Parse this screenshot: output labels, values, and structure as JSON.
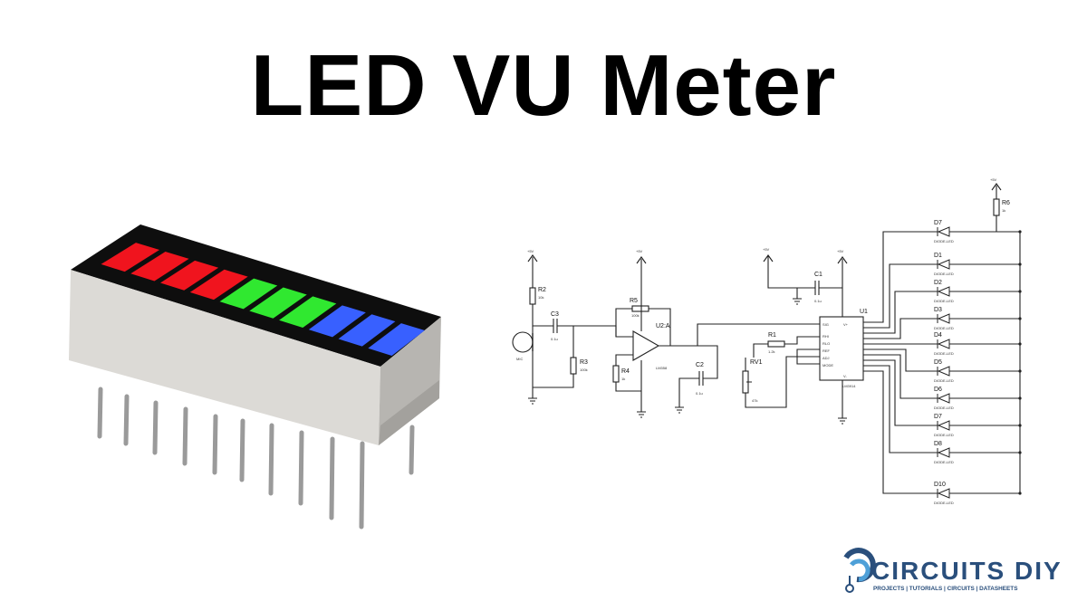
{
  "title": "LED VU Meter",
  "bargraph": {
    "segments": [
      "#f0141e",
      "#f0141e",
      "#f0141e",
      "#f0141e",
      "#30e830",
      "#30e830",
      "#30e830",
      "#3860ff",
      "#3860ff",
      "#3860ff"
    ]
  },
  "schematic": {
    "supply": "+5V",
    "labels": {
      "r2": "R2",
      "r2v": "10k",
      "c3": "C3",
      "c3v": "0.1u",
      "mic": "MIC",
      "r3": "R3",
      "r3v": "100k",
      "r5": "R5",
      "r5v": "100k",
      "u2": "U2:A",
      "u2v": "LM358",
      "r4": "R4",
      "r4v": "1k",
      "c2": "C2",
      "c2v": "0.1u",
      "c1": "C1",
      "c1v": "0.1u",
      "r1": "R1",
      "r1v": "1.2k",
      "rv1": "RV1",
      "rv1v": "47k",
      "u1": "U1",
      "u1v": "LM3914",
      "r6": "R6",
      "r6v": "1k"
    },
    "u1_pins_left": [
      "SIG",
      "RHI",
      "RLO",
      "REF",
      "ADJ",
      "MODE"
    ],
    "u1_pins_top": [
      "V+",
      "V-"
    ],
    "leds": [
      {
        "name": "D7",
        "type": "DIODE-LED"
      },
      {
        "name": "D1",
        "type": "DIODE-LED"
      },
      {
        "name": "D2",
        "type": "DIODE-LED"
      },
      {
        "name": "D3",
        "type": "DIODE-LED"
      },
      {
        "name": "D4",
        "type": "DIODE-LED"
      },
      {
        "name": "D5",
        "type": "DIODE-LED"
      },
      {
        "name": "D6",
        "type": "DIODE-LED"
      },
      {
        "name": "D7",
        "type": "DIODE-LED"
      },
      {
        "name": "D8",
        "type": "DIODE-LED"
      },
      {
        "name": "D10",
        "type": "DIODE-LED"
      }
    ]
  },
  "logo": {
    "brand": "CIRCUITS DIY",
    "tagline": "PROJECTS | TUTORIALS | CIRCUITS | DATASHEETS",
    "colors": {
      "primary": "#2a4f7c",
      "accent": "#4ea0d8"
    }
  }
}
